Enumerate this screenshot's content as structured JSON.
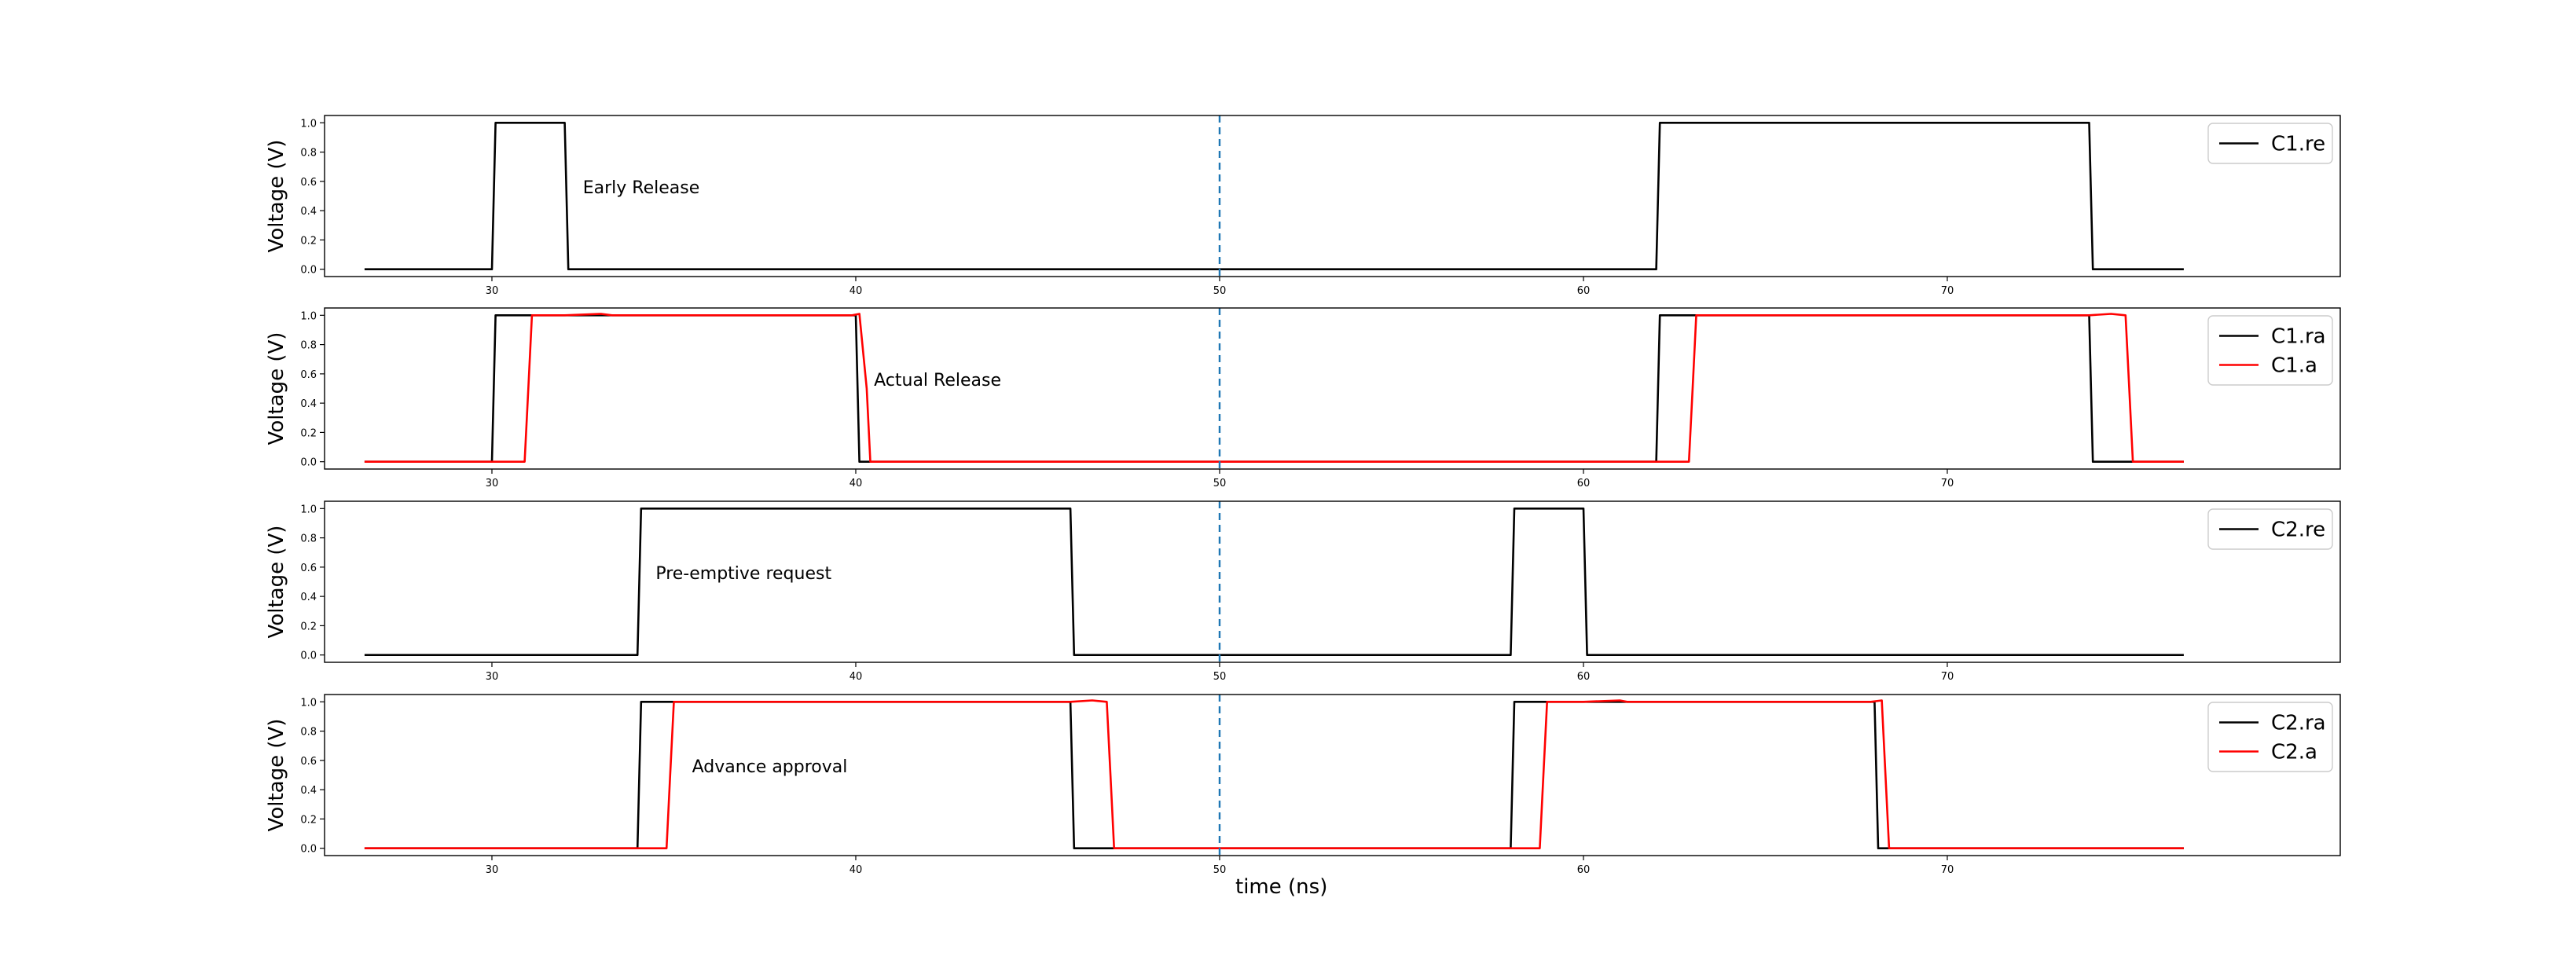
{
  "chart_data": [
    {
      "type": "line",
      "ylabel": "Voltage (V)",
      "xlim": [
        25.4,
        80.8
      ],
      "ylim": [
        -0.05,
        1.05
      ],
      "xticks": [
        30,
        40,
        50,
        60,
        70
      ],
      "yticks": [
        0.0,
        0.2,
        0.4,
        0.6,
        0.8,
        1.0
      ],
      "xtick_labels": [
        "30",
        "40",
        "50",
        "60",
        "70"
      ],
      "ytick_labels": [
        "0.0",
        "0.2",
        "0.4",
        "0.6",
        "0.8",
        "1.0"
      ],
      "legend_position": "top-right",
      "vline": {
        "x": 50,
        "style": "dashed",
        "color": "#1f77b4"
      },
      "annotation": {
        "text": "Early Release",
        "x": 32.5,
        "y": 0.52
      },
      "series": [
        {
          "name": "C1.re",
          "color": "#000000",
          "x": [
            26.5,
            30.0,
            30.1,
            32.0,
            32.1,
            62.0,
            62.1,
            73.9,
            74.0,
            76.5
          ],
          "y": [
            0,
            0,
            1,
            1,
            0,
            0,
            1,
            1,
            0,
            0
          ]
        }
      ]
    },
    {
      "type": "line",
      "ylabel": "Voltage (V)",
      "xlim": [
        25.4,
        80.8
      ],
      "ylim": [
        -0.05,
        1.05
      ],
      "xticks": [
        30,
        40,
        50,
        60,
        70
      ],
      "yticks": [
        0.0,
        0.2,
        0.4,
        0.6,
        0.8,
        1.0
      ],
      "xtick_labels": [
        "30",
        "40",
        "50",
        "60",
        "70"
      ],
      "ytick_labels": [
        "0.0",
        "0.2",
        "0.4",
        "0.6",
        "0.8",
        "1.0"
      ],
      "legend_position": "top-right",
      "vline": {
        "x": 50,
        "style": "dashed",
        "color": "#1f77b4"
      },
      "annotation": {
        "text": "Actual Release",
        "x": 40.5,
        "y": 0.52
      },
      "series": [
        {
          "name": "C1.ra",
          "color": "#000000",
          "x": [
            26.5,
            30.0,
            30.1,
            40.0,
            40.1,
            62.0,
            62.1,
            73.9,
            74.0,
            76.5
          ],
          "y": [
            0,
            0,
            1,
            1,
            0,
            0,
            1,
            1,
            0,
            0
          ]
        },
        {
          "name": "C1.a",
          "color": "#ff0000",
          "x": [
            26.5,
            30.9,
            31.0,
            31.1,
            32.0,
            33.0,
            33.3,
            39.9,
            40.1,
            40.3,
            40.4,
            62.9,
            63.0,
            63.1,
            73.9,
            74.5,
            74.9,
            75.0,
            75.1,
            76.5
          ],
          "y": [
            0,
            0,
            0.5,
            1,
            1,
            1.01,
            1,
            1,
            1.01,
            0.5,
            0,
            0,
            0.5,
            1,
            1,
            1.01,
            1,
            0.5,
            0,
            0
          ]
        }
      ]
    },
    {
      "type": "line",
      "ylabel": "Voltage (V)",
      "xlim": [
        25.4,
        80.8
      ],
      "ylim": [
        -0.05,
        1.05
      ],
      "xticks": [
        30,
        40,
        50,
        60,
        70
      ],
      "yticks": [
        0.0,
        0.2,
        0.4,
        0.6,
        0.8,
        1.0
      ],
      "xtick_labels": [
        "30",
        "40",
        "50",
        "60",
        "70"
      ],
      "ytick_labels": [
        "0.0",
        "0.2",
        "0.4",
        "0.6",
        "0.8",
        "1.0"
      ],
      "legend_position": "top-right",
      "vline": {
        "x": 50,
        "style": "dashed",
        "color": "#1f77b4"
      },
      "annotation": {
        "text": "Pre-emptive request",
        "x": 34.5,
        "y": 0.52
      },
      "series": [
        {
          "name": "C2.re",
          "color": "#000000",
          "x": [
            26.5,
            34.0,
            34.1,
            45.9,
            46.0,
            58.0,
            58.1,
            60.0,
            60.1,
            76.5
          ],
          "y": [
            0,
            0,
            1,
            1,
            0,
            0,
            1,
            1,
            0,
            0
          ]
        }
      ]
    },
    {
      "type": "line",
      "ylabel": "Voltage (V)",
      "xlabel": "time (ns)",
      "xlim": [
        25.4,
        80.8
      ],
      "ylim": [
        -0.05,
        1.05
      ],
      "xticks": [
        30,
        40,
        50,
        60,
        70
      ],
      "yticks": [
        0.0,
        0.2,
        0.4,
        0.6,
        0.8,
        1.0
      ],
      "xtick_labels": [
        "30",
        "40",
        "50",
        "60",
        "70"
      ],
      "ytick_labels": [
        "0.0",
        "0.2",
        "0.4",
        "0.6",
        "0.8",
        "1.0"
      ],
      "legend_position": "top-right",
      "vline": {
        "x": 50,
        "style": "dashed",
        "color": "#1f77b4"
      },
      "annotation": {
        "text": "Advance approval",
        "x": 35.5,
        "y": 0.52
      },
      "series": [
        {
          "name": "C2.ra",
          "color": "#000000",
          "x": [
            26.5,
            34.0,
            34.1,
            45.9,
            46.0,
            58.0,
            58.1,
            68.0,
            68.1,
            76.5
          ],
          "y": [
            0,
            0,
            1,
            1,
            0,
            0,
            1,
            1,
            0,
            0
          ]
        },
        {
          "name": "C2.a",
          "color": "#ff0000",
          "x": [
            26.5,
            34.8,
            34.9,
            35.0,
            45.9,
            46.5,
            46.9,
            47.0,
            47.1,
            58.8,
            58.9,
            59.0,
            60.0,
            61.0,
            61.2,
            67.9,
            68.2,
            68.3,
            68.4,
            76.5
          ],
          "y": [
            0,
            0,
            0.5,
            1,
            1,
            1.01,
            1,
            0.5,
            0,
            0,
            0.5,
            1,
            1,
            1.01,
            1,
            1,
            1.01,
            0.5,
            0,
            0
          ]
        }
      ]
    }
  ]
}
